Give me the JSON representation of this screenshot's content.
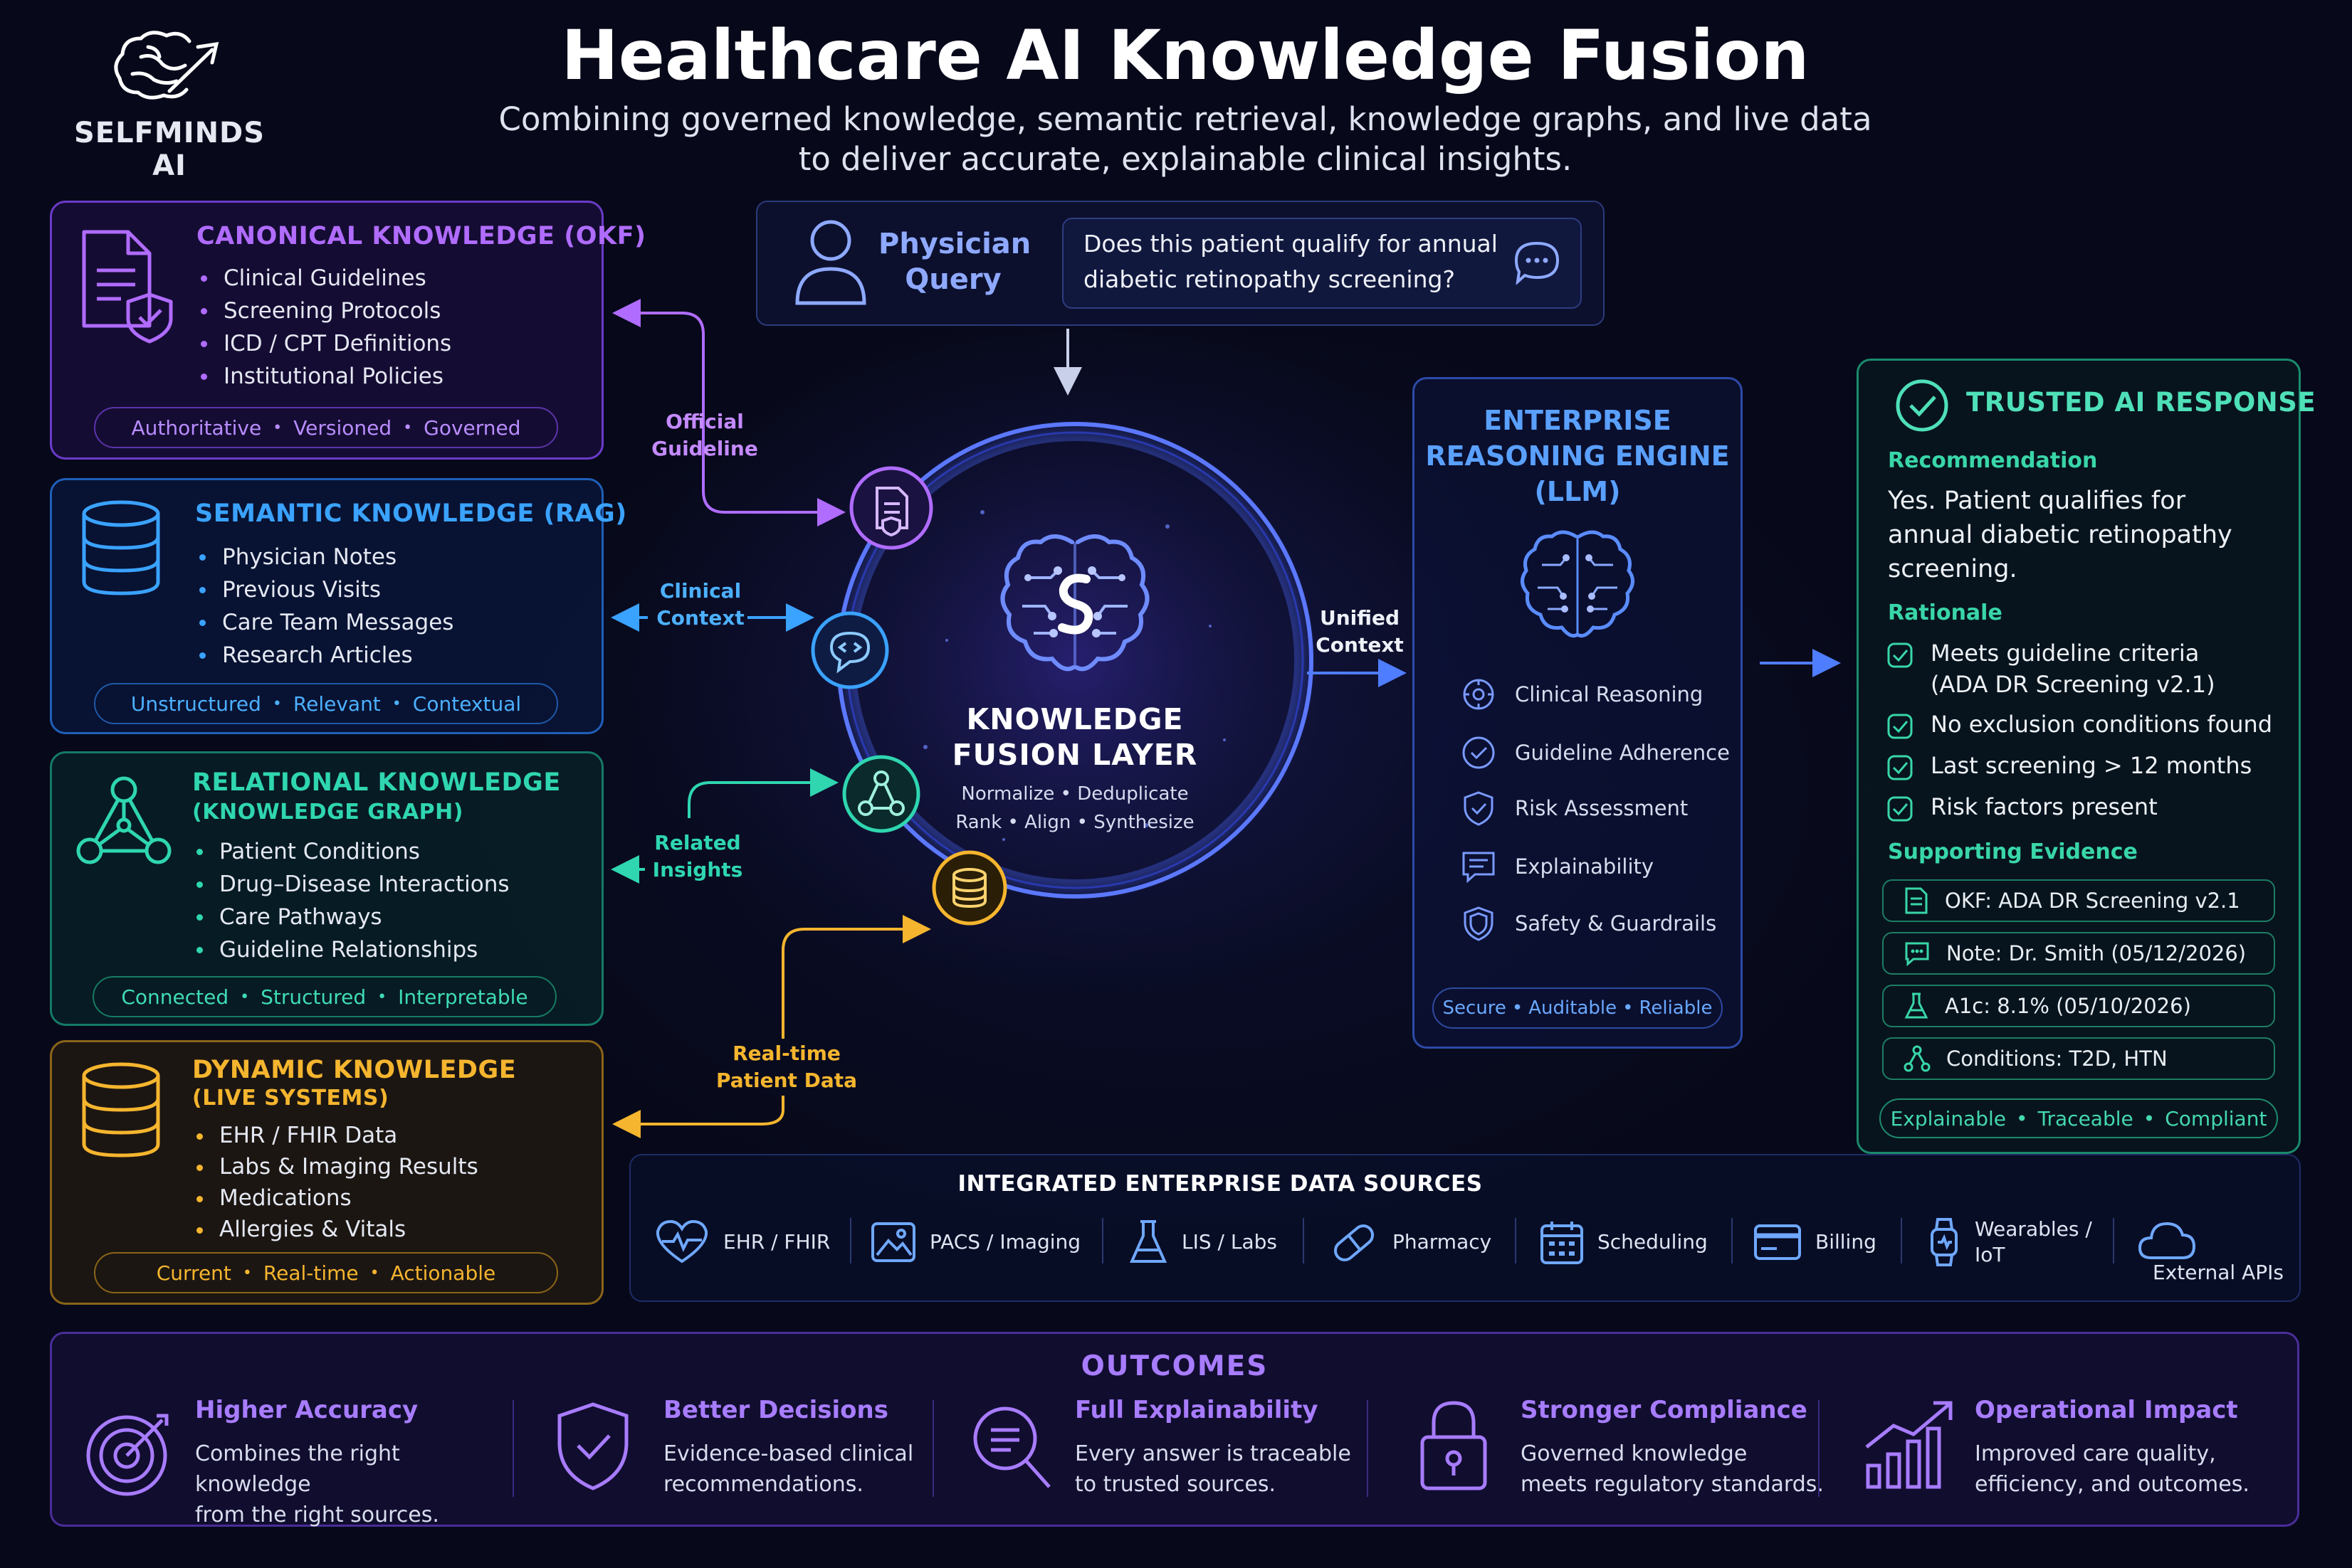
{
  "header": {
    "brand": "SELFMINDS AI",
    "title": "Healthcare AI Knowledge Fusion",
    "subtitle_line1": "Combining governed knowledge, semantic retrieval, knowledge graphs, and live data",
    "subtitle_line2": "to deliver accurate, explainable clinical insights."
  },
  "panels": {
    "canonical": {
      "title": "CANONICAL KNOWLEDGE (OKF)",
      "items": [
        "Clinical Guidelines",
        "Screening Protocols",
        "ICD / CPT Definitions",
        "Institutional Policies"
      ],
      "tags": [
        "Authoritative",
        "Versioned",
        "Governed"
      ],
      "color": "#b06cff"
    },
    "semantic": {
      "title": "SEMANTIC KNOWLEDGE (RAG)",
      "items": [
        "Physician Notes",
        "Previous Visits",
        "Care Team Messages",
        "Research Articles"
      ],
      "tags": [
        "Unstructured",
        "Relevant",
        "Contextual"
      ],
      "color": "#3aa2ff"
    },
    "relational": {
      "title": "RELATIONAL KNOWLEDGE",
      "subtitle": "(KNOWLEDGE GRAPH)",
      "items": [
        "Patient Conditions",
        "Drug–Disease Interactions",
        "Care Pathways",
        "Guideline Relationships"
      ],
      "tags": [
        "Connected",
        "Structured",
        "Interpretable"
      ],
      "color": "#2fd6b0"
    },
    "dynamic": {
      "title": "DYNAMIC KNOWLEDGE",
      "subtitle": "(LIVE SYSTEMS)",
      "items": [
        "EHR / FHIR Data",
        "Labs & Imaging Results",
        "Medications",
        "Allergies & Vitals"
      ],
      "tags": [
        "Current",
        "Real-time",
        "Actionable"
      ],
      "color": "#f5b52e"
    }
  },
  "connectors": {
    "official_guideline": [
      "Official",
      "Guideline"
    ],
    "clinical_context": [
      "Clinical",
      "Context"
    ],
    "related_insights": [
      "Related",
      "Insights"
    ],
    "realtime_data": [
      "Real-time",
      "Patient Data"
    ],
    "unified_context": [
      "Unified",
      "Context"
    ]
  },
  "query": {
    "label_line1": "Physician",
    "label_line2": "Query",
    "text_line1": "Does this patient qualify for annual",
    "text_line2": "diabetic retinopathy screening?"
  },
  "fusion": {
    "title_line1": "KNOWLEDGE",
    "title_line2": "FUSION LAYER",
    "ops_line1": "Normalize • Deduplicate",
    "ops_line2": "Rank • Align • Synthesize"
  },
  "engine": {
    "title_line1": "ENTERPRISE",
    "title_line2": "REASONING ENGINE",
    "title_line3": "(LLM)",
    "items": [
      "Clinical Reasoning",
      "Guideline Adherence",
      "Risk Assessment",
      "Explainability",
      "Safety & Guardrails"
    ],
    "tags": [
      "Secure",
      "Auditable",
      "Reliable"
    ]
  },
  "response": {
    "title": "TRUSTED AI RESPONSE",
    "recommendation_label": "Recommendation",
    "recommendation_lines": [
      "Yes. Patient qualifies for",
      "annual diabetic retinopathy",
      "screening."
    ],
    "rationale_label": "Rationale",
    "rationale": [
      [
        "Meets guideline criteria",
        "(ADA DR Screening v2.1)"
      ],
      [
        "No exclusion conditions found"
      ],
      [
        "Last screening > 12 months"
      ],
      [
        "Risk factors present"
      ]
    ],
    "evidence_label": "Supporting Evidence",
    "evidence": [
      "OKF: ADA DR Screening v2.1",
      "Note: Dr. Smith (05/12/2026)",
      "A1c: 8.1% (05/10/2026)",
      "Conditions: T2D, HTN"
    ],
    "tags": [
      "Explainable",
      "Traceable",
      "Compliant"
    ]
  },
  "data_sources": {
    "title": "INTEGRATED ENTERPRISE DATA SOURCES",
    "items": [
      "EHR / FHIR",
      "PACS / Imaging",
      "LIS / Labs",
      "Pharmacy",
      "Scheduling",
      "Billing",
      "Wearables / IoT",
      "External APIs"
    ]
  },
  "outcomes": {
    "title": "OUTCOMES",
    "items": [
      {
        "title": "Higher Accuracy",
        "desc_lines": [
          "Combines the right knowledge",
          "from the right sources."
        ]
      },
      {
        "title": "Better Decisions",
        "desc_lines": [
          "Evidence-based clinical",
          "recommendations."
        ]
      },
      {
        "title": "Full Explainability",
        "desc_lines": [
          "Every answer is traceable",
          "to trusted sources."
        ]
      },
      {
        "title": "Stronger Compliance",
        "desc_lines": [
          "Governed knowledge",
          "meets regulatory standards."
        ]
      },
      {
        "title": "Operational Impact",
        "desc_lines": [
          "Improved care quality,",
          "efficiency, and outcomes."
        ]
      }
    ]
  },
  "colors": {
    "purple": "#b06cff",
    "blue": "#3aa2ff",
    "teal": "#2fd6b0",
    "gold": "#f5b52e",
    "engine_blue": "#5aa0ff",
    "green": "#39d6a8",
    "background": "#07091a"
  }
}
